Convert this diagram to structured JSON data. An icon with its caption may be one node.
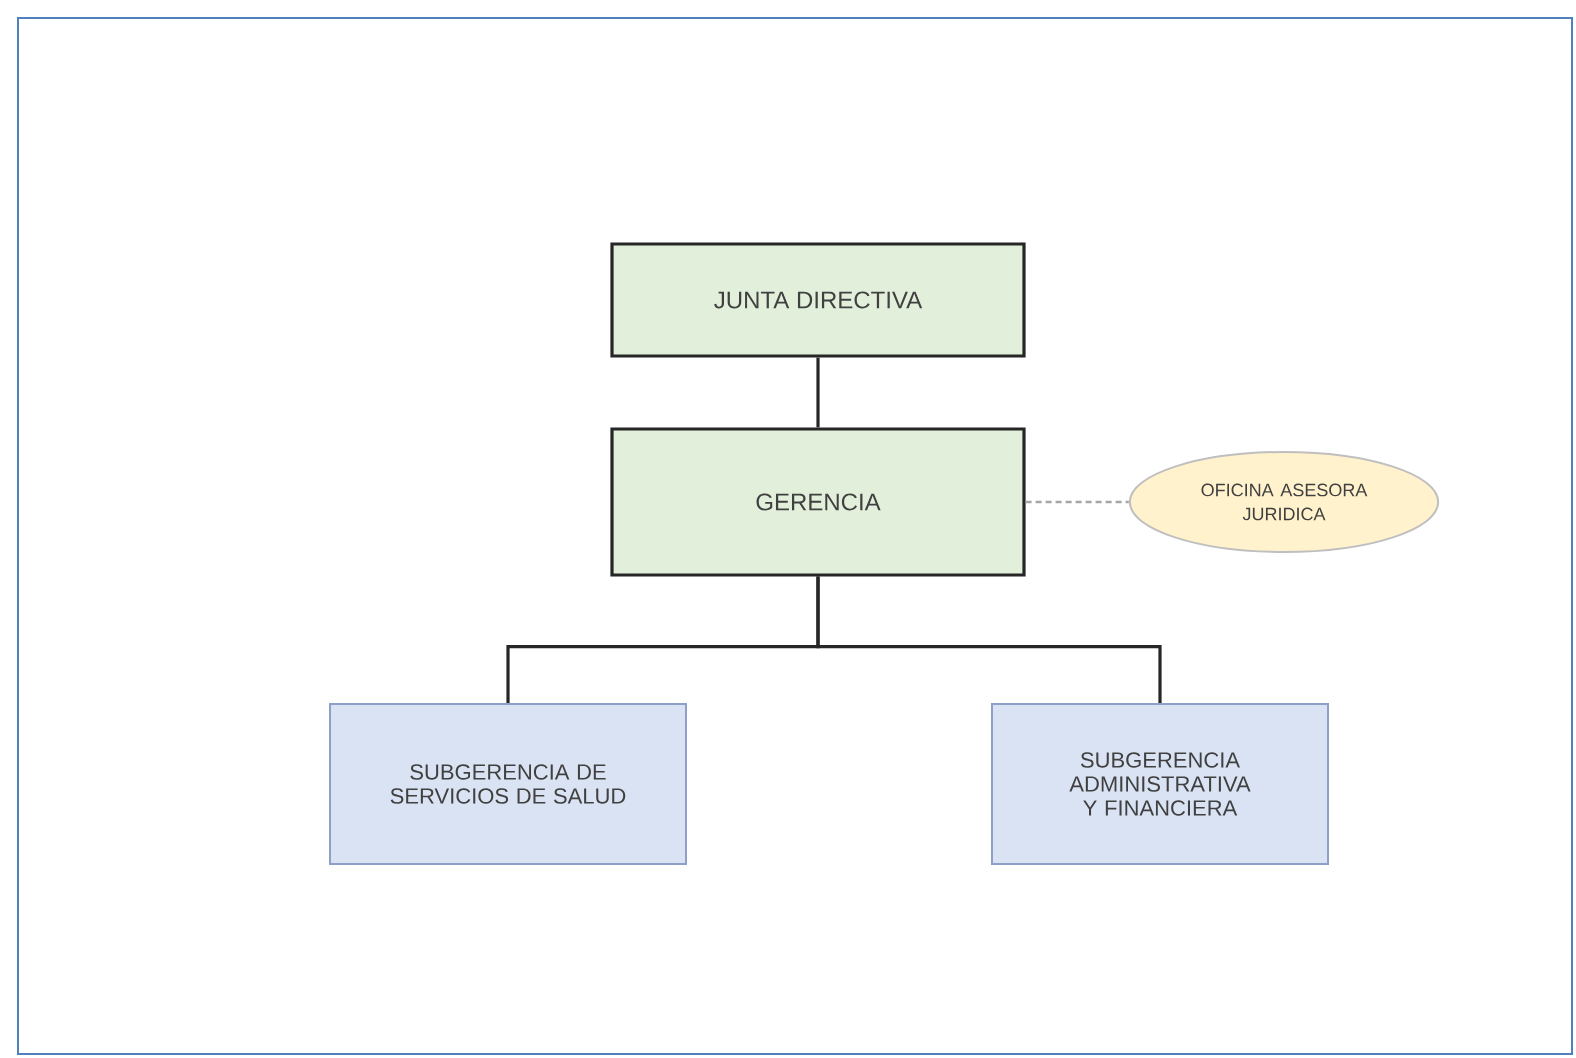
{
  "diagram": {
    "nodes": [
      {
        "text": [
          "JUNTA DIRECTIVA"
        ]
      },
      {
        "text": [
          "GERENCIA"
        ]
      },
      {
        "text": [
          "OFICINA ASESORA JURIDICA"
        ]
      },
      {
        "text": [
          "SUBGERENCIA DE SERVICIOS DE SALUD"
        ]
      },
      {
        "text": [
          "SUBGERENCIA ADMINISTRATIVA Y FINANCIERA"
        ]
      }
    ],
    "edges": [
      {
        "from": 0,
        "to": 1,
        "arrow": "none"
      },
      {
        "from": 1,
        "to": 2,
        "arrow": "none",
        "style": "dashed",
        "color": "#a6a6a6"
      },
      {
        "from": 1,
        "to": 3,
        "arrow": "none"
      },
      {
        "from": 1,
        "to": 4,
        "arrow": "none"
      }
    ]
  }
}
